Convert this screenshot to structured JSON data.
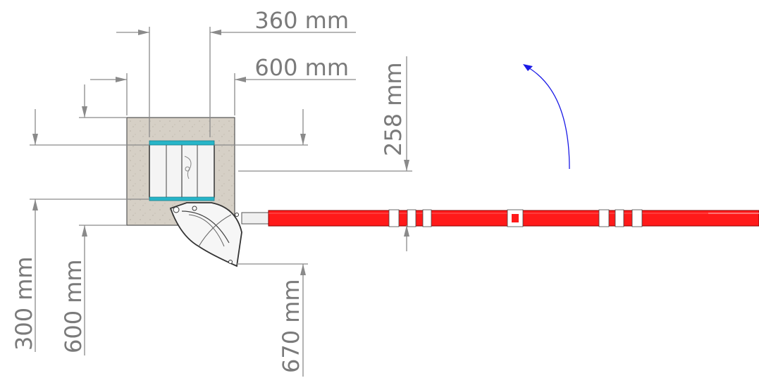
{
  "dimensions": {
    "top_width": "360 mm",
    "base_width": "600 mm",
    "arm_offset": "258 mm",
    "left_offset": "300 mm",
    "base_height": "600 mm",
    "bottom_depth": "670 mm"
  },
  "colors": {
    "dimension_line": "#8a8a8a",
    "dimension_text": "#7a7a7a",
    "concrete": "#d6d0c6",
    "barrier_arm": "#ff1a1a",
    "rotation_arrow": "#1a1ae6",
    "cabinet_cap": "#27b5c8"
  },
  "icons": {
    "rotation": "curved-arrow-icon"
  }
}
